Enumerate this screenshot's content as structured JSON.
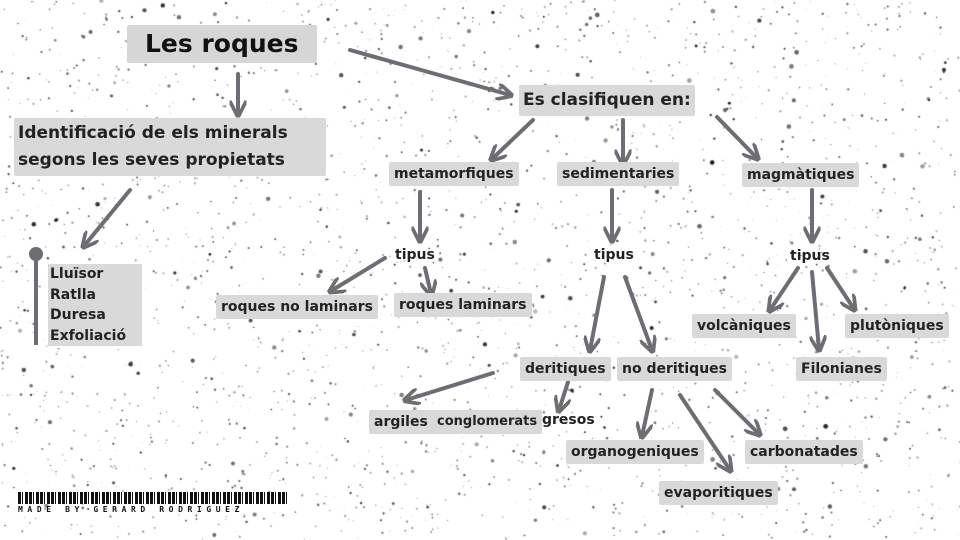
{
  "title": "Les roques",
  "classify": "Es clasifiquen en:",
  "identify": "Identificació de els minerals segons les seves propietats",
  "properties": [
    "Lluïsor",
    "Ratlla",
    "Duresa",
    "Exfoliació"
  ],
  "types": {
    "metamorphic": "metamorfiques",
    "sedimentary": "sedimentaries",
    "magmatic": "magmàtiques"
  },
  "tipus": "tipus",
  "metamorphic_children": [
    "roques no laminars",
    "roques laminars"
  ],
  "sedimentary_children": [
    "deritiques",
    "no deritiques"
  ],
  "detritic_children": [
    "argiles",
    "conglomerats",
    "gresos"
  ],
  "non_detritic_children": [
    "organogeniques",
    "evaporitiques",
    "carbonatades"
  ],
  "magmatic_children": [
    "volcàniques",
    "Filonianes",
    "plutòniques"
  ],
  "credit": "MADE BY GERARD RODRIGUEZ",
  "colors": {
    "box": "#d9d9d9",
    "arrow": "#6d6d72",
    "text": "#222222"
  }
}
